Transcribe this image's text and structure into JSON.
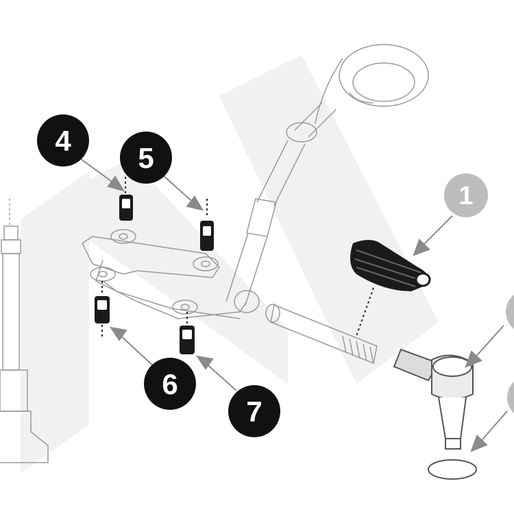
{
  "callouts": [
    {
      "id": "c1",
      "label": "1",
      "style": "faded"
    },
    {
      "id": "c4",
      "label": "4",
      "style": "active"
    },
    {
      "id": "c5",
      "label": "5",
      "style": "active"
    },
    {
      "id": "c6",
      "label": "6",
      "style": "active"
    },
    {
      "id": "c7",
      "label": "7",
      "style": "active"
    },
    {
      "id": "c2",
      "label": "",
      "style": "faded"
    },
    {
      "id": "c3",
      "label": "",
      "style": "faded"
    }
  ],
  "colors": {
    "active_fill": "#111111",
    "active_text": "#ffffff",
    "faded_fill": "#bdbdbd",
    "faded_text": "#ffffff",
    "line": "#8a8a8a",
    "watermark": "#f1f1f1",
    "part_dark": "#1a1a1a"
  }
}
